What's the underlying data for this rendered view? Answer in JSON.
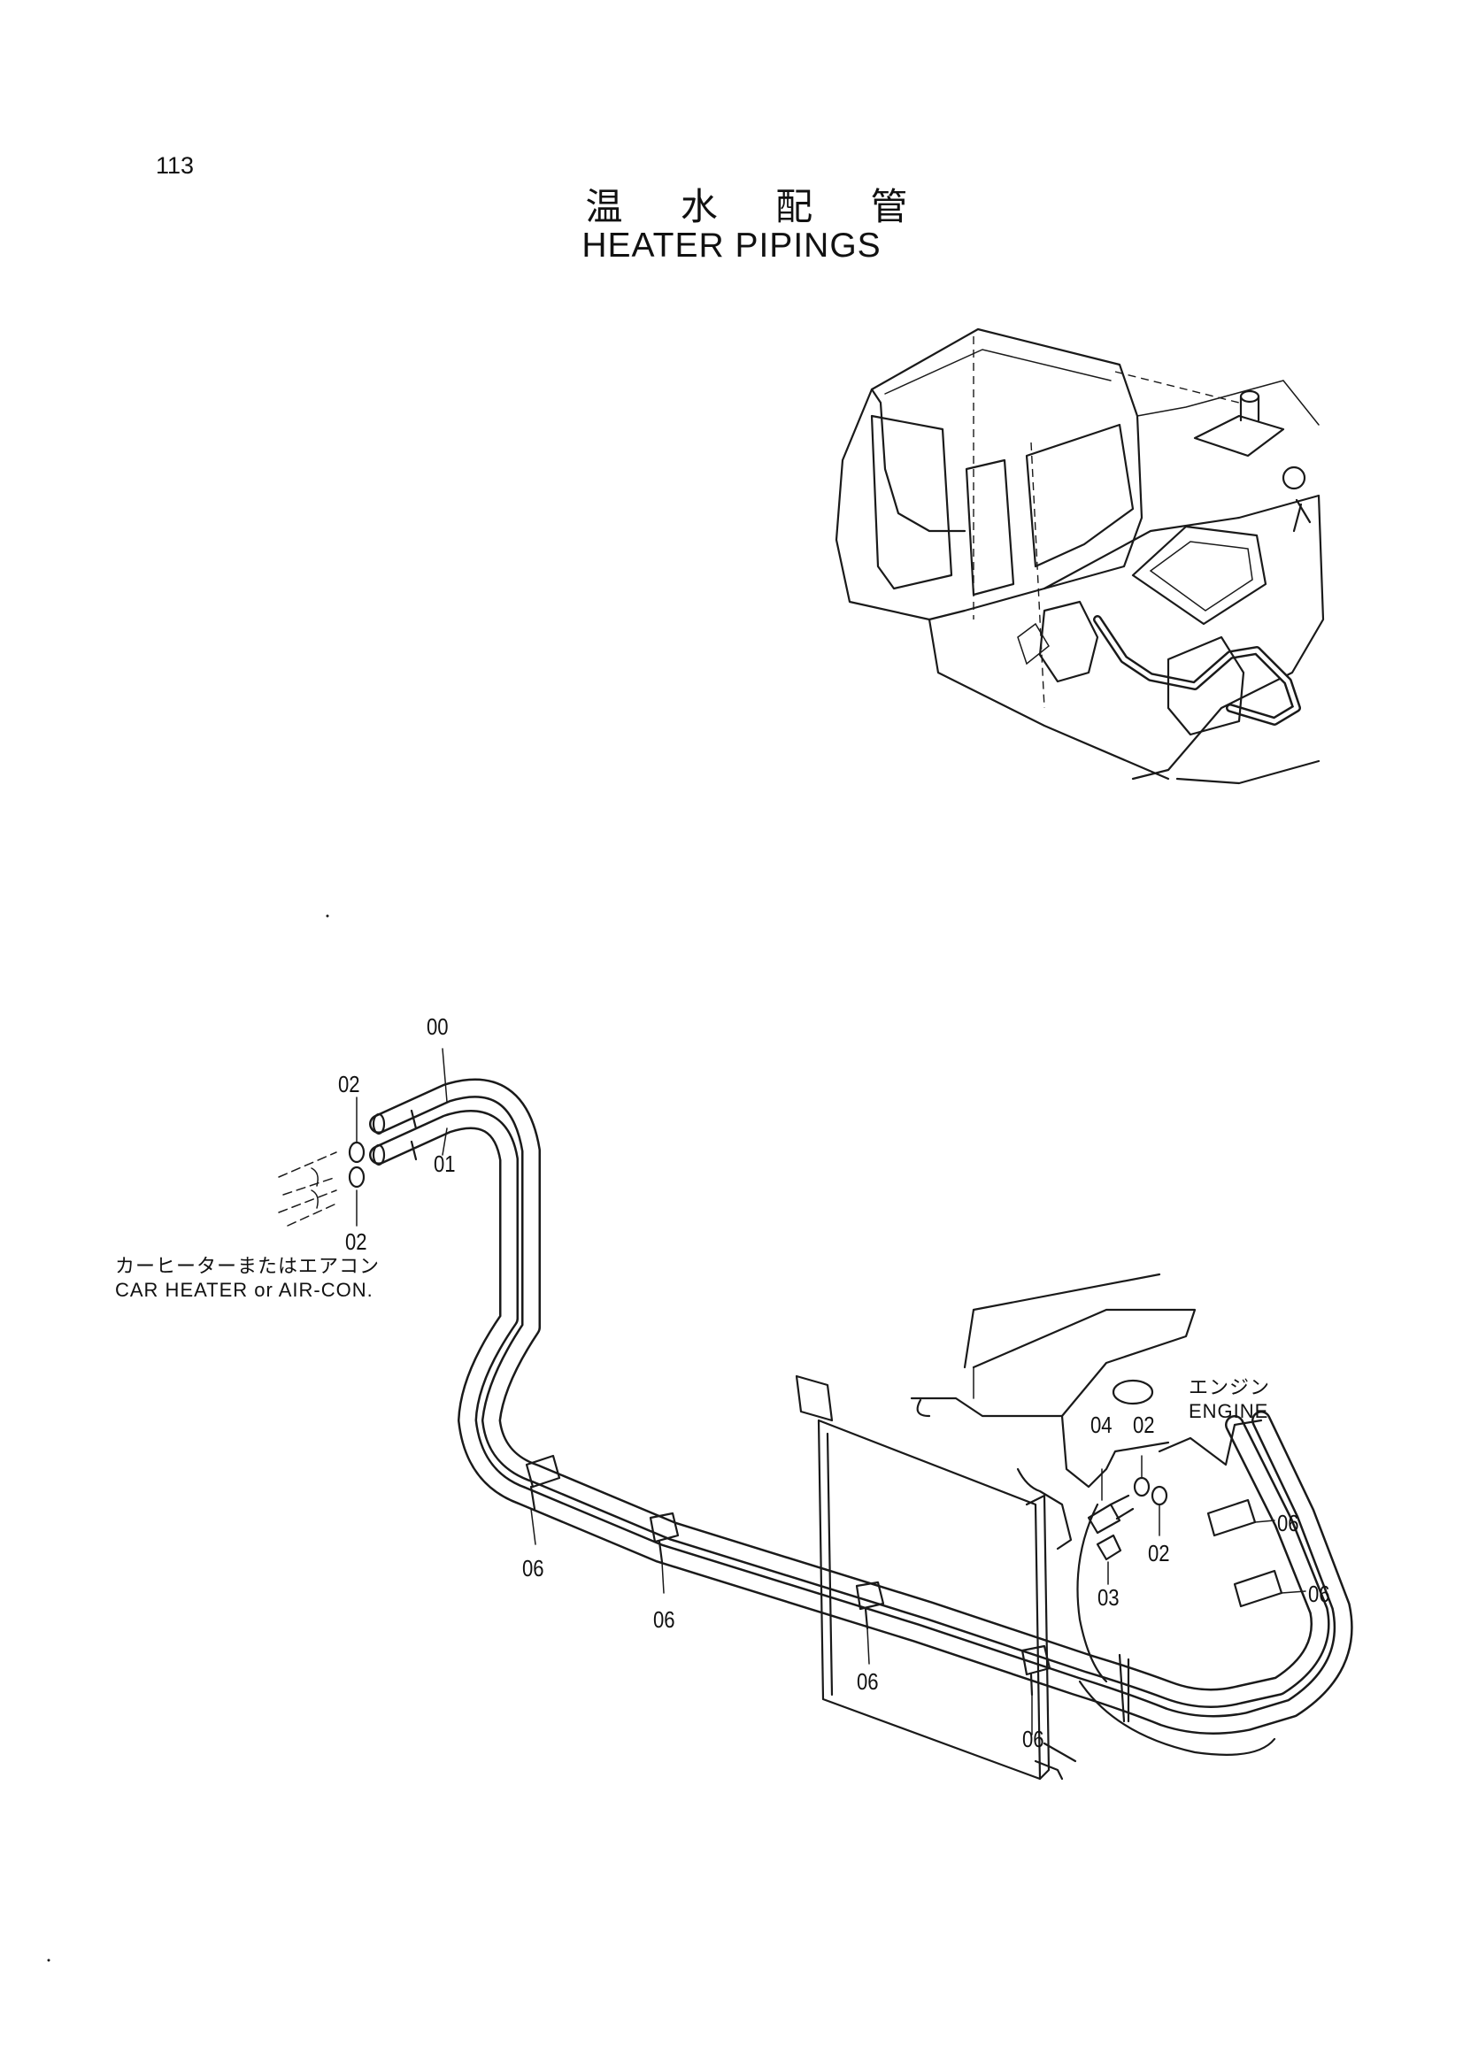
{
  "page": {
    "number": "113",
    "title_jp": "温 水 配 管",
    "title_en": "HEATER PIPINGS"
  },
  "notes": {
    "car_heater_jp": "カーヒーターまたはエアコン",
    "car_heater_en": "CAR HEATER or AIR-CON.",
    "engine_jp": "エンジン",
    "engine_en": "ENGINE"
  },
  "callouts": {
    "c00": "00",
    "c01": "01",
    "c02_upper": "02",
    "c02_lower": "02",
    "c02_engine_top": "02",
    "c02_engine_mid": "02",
    "c03": "03",
    "c04": "04",
    "c06_a": "06",
    "c06_b": "06",
    "c06_c": "06",
    "c06_d": "06",
    "c06_e": "06",
    "c06_f": "06"
  }
}
